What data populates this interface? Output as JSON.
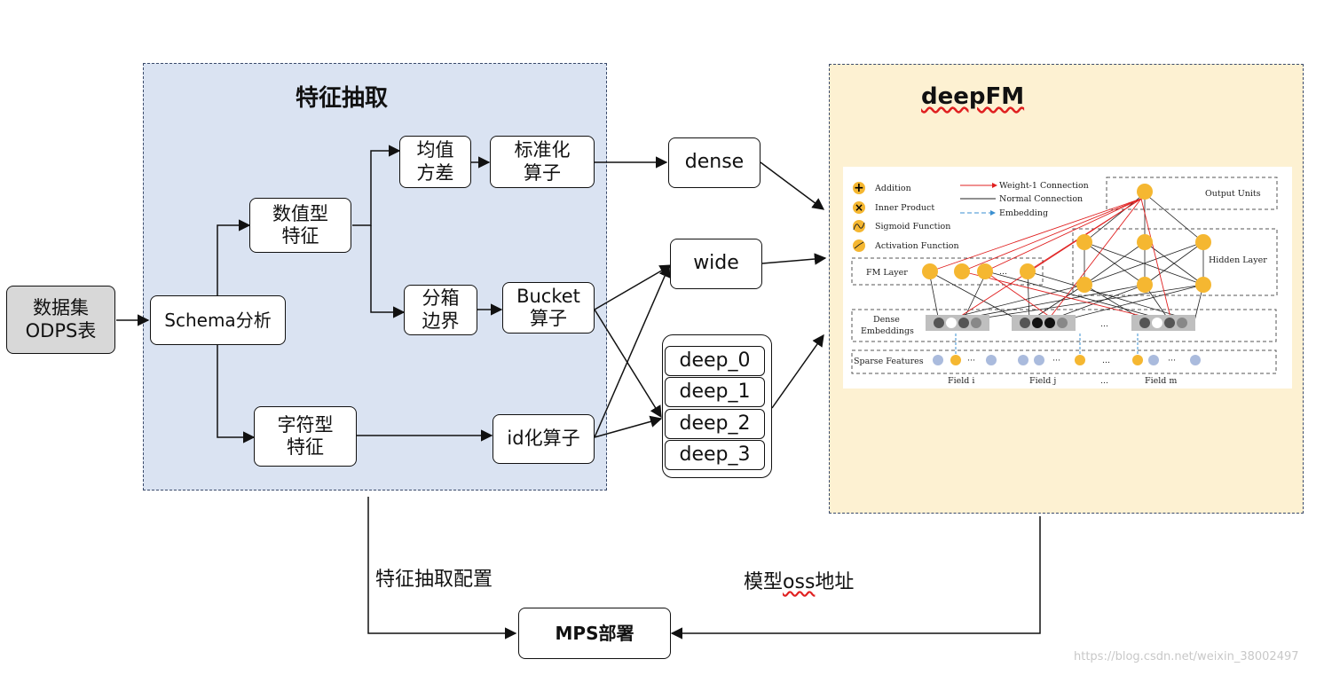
{
  "feature_panel": {
    "title": "特征抽取"
  },
  "model_panel": {
    "title": "deepFM"
  },
  "nodes": {
    "dataset": "数据集\nODPS表",
    "schema": "Schema分析",
    "numeric": "数值型\n特征",
    "string": "字符型\n特征",
    "mean_var": "均值\n方差",
    "standardize": "标准化\n算子",
    "bin_bound": "分箱\n边界",
    "bucket": "Bucket\n算子",
    "idize": "id化算子",
    "dense": "dense",
    "wide": "wide",
    "deep_0": "deep_0",
    "deep_1": "deep_1",
    "deep_2": "deep_2",
    "deep_3": "deep_3",
    "mps": "MPS部署"
  },
  "edge_labels": {
    "feature_config": "特征抽取配置",
    "model_oss": "模型oss地址"
  },
  "deepfm_figure": {
    "legend": [
      "Addition",
      "Inner Product",
      "Sigmoid Function",
      "Activation Function"
    ],
    "connection_legend": [
      "Weight-1 Connection",
      "Normal Connection",
      "Embedding"
    ],
    "layers": [
      "Output Units",
      "Hidden Layer",
      "FM Layer",
      "Dense Embeddings",
      "Sparse Features"
    ],
    "fields": [
      "Field i",
      "Field j",
      "...",
      "Field m"
    ]
  },
  "watermark": "https://blog.csdn.net/weixin_38002497"
}
